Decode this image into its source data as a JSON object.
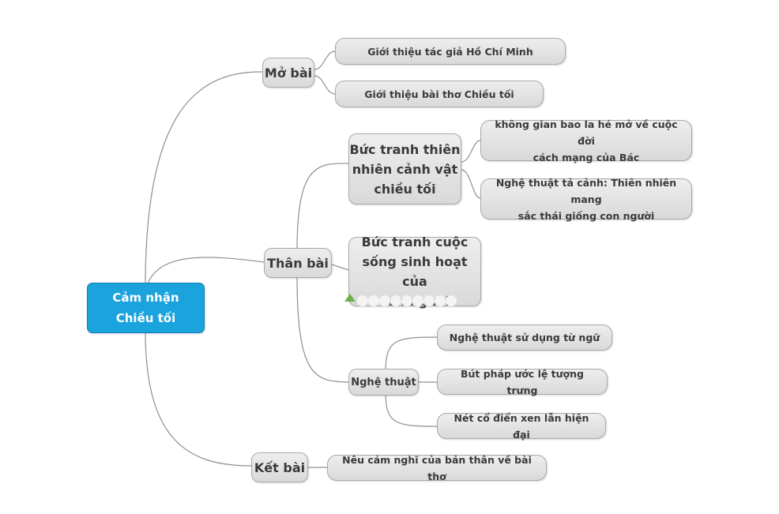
{
  "diagram": {
    "root": {
      "label": "Cảm nhận Chiều tối",
      "line1": "Cảm nhận",
      "line2": "Chiều tối",
      "color": "#1aa3dc"
    },
    "branches": {
      "mo_bai": {
        "label": "Mở bài",
        "children": [
          "Giới thiệu tác giả Hồ Chí Minh",
          "Giới thiệu bài thơ Chiều tối"
        ]
      },
      "than_bai": {
        "label": "Thân bài",
        "sub1": {
          "line1": "Bức tranh thiên",
          "line2": "nhiên cảnh vật",
          "line3": "chiều tối",
          "children": [
            {
              "line1": "không gian bao la hé mở về cuộc đời",
              "line2": "cách mạng của Bác"
            },
            {
              "line1": "Nghệ thuật tả cảnh: Thiên nhiên mang",
              "line2": "sắc thái giống con người"
            }
          ]
        },
        "sub2": {
          "line1": "Bức tranh cuộc",
          "line2": "sống sinh hoạt của",
          "line3": "con người"
        },
        "sub3": {
          "label": "Nghệ thuật",
          "children": [
            "Nghệ thuật sử dụng từ ngữ",
            "Bút pháp ước lệ tượng trưng",
            "Nét cổ điển xen lẫn hiện đại"
          ]
        }
      },
      "ket_bai": {
        "label": "Kết bài",
        "children": [
          "Nêu cảm nghĩ của bản thân về bài thơ"
        ]
      }
    },
    "line_color": "#8a8a8a"
  }
}
